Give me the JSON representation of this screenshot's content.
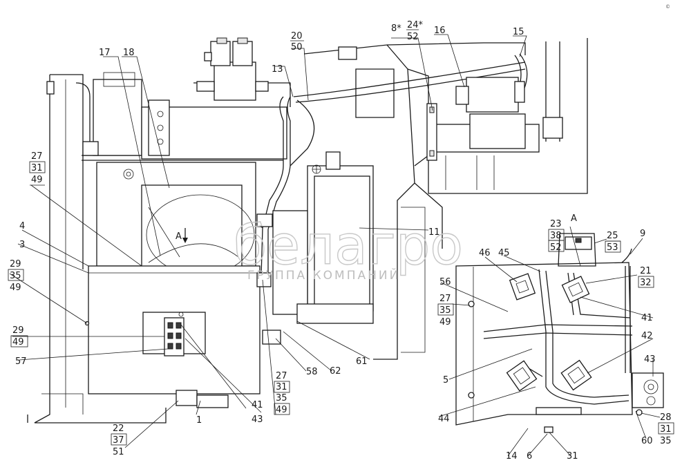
{
  "view_label": "A",
  "view_arrow_label": "A",
  "watermark": {
    "brand": "белагро",
    "tagline": "ГРУППА КОМПАНИЙ"
  },
  "corner_mark": "©",
  "callouts": {
    "c17": "17",
    "c18": "18",
    "c13": "13",
    "c20": "20",
    "c50": "50",
    "c8": "8*",
    "c24": "24*",
    "c52a": "52",
    "c16": "16",
    "c15": "15",
    "c27a": "27",
    "c31a": "31",
    "c49a": "49",
    "c4": "4",
    "c3": "3",
    "c29a": "29",
    "c35a": "35",
    "c49b": "49",
    "c29b": "29",
    "c49c": "49",
    "c57": "57",
    "c11": "11",
    "c23": "23",
    "c38": "38",
    "c52b": "52",
    "c25": "25",
    "c53": "53",
    "c9": "9",
    "c46": "46",
    "c45": "45",
    "c21": "21",
    "c32": "32",
    "c56": "56",
    "c27b": "27",
    "c35b": "35",
    "c49d": "49",
    "c41a": "41",
    "c42": "42",
    "c43a": "43",
    "c5": "5",
    "c44": "44",
    "c28": "28",
    "c31b": "31",
    "c35c": "35",
    "c60": "60",
    "c14": "14",
    "c6": "6",
    "c31c": "31",
    "c27c": "27",
    "c31d": "31",
    "c35d": "35",
    "c49e": "49",
    "c58": "58",
    "c62": "62",
    "c61": "61",
    "c41b": "41",
    "c43b": "43",
    "c1": "1",
    "c22": "22",
    "c37": "37",
    "c51": "51"
  }
}
